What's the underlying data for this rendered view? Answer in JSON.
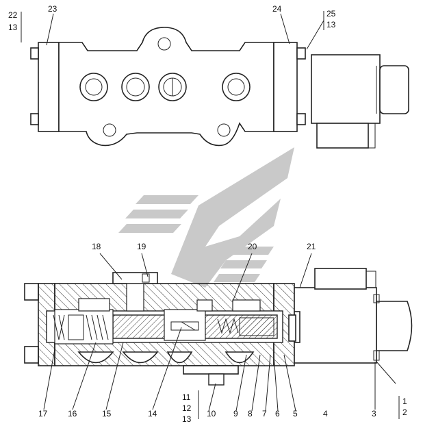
{
  "labels": {
    "top_left_upper": "22",
    "top_left_lower": "13",
    "top_23": "23",
    "top_24": "24",
    "top_right_upper": "25",
    "top_right_lower": "13",
    "sec_18": "18",
    "sec_19": "19",
    "sec_20": "20",
    "sec_21": "21",
    "b_17": "17",
    "b_16": "16",
    "b_15": "15",
    "b_14": "14",
    "b_11": "11",
    "b_12": "12",
    "b_13": "13",
    "b_10": "10",
    "b_9": "9",
    "b_8": "8",
    "b_7": "7",
    "b_6": "6",
    "b_5": "5",
    "b_4": "4",
    "b_3": "3",
    "b_1": "1",
    "b_2": "2"
  },
  "colors": {
    "line": "#222222",
    "watermark": "#c8c8c8",
    "background": "#ffffff"
  },
  "watermark": {
    "icon": "arrow-chevron-logo"
  }
}
